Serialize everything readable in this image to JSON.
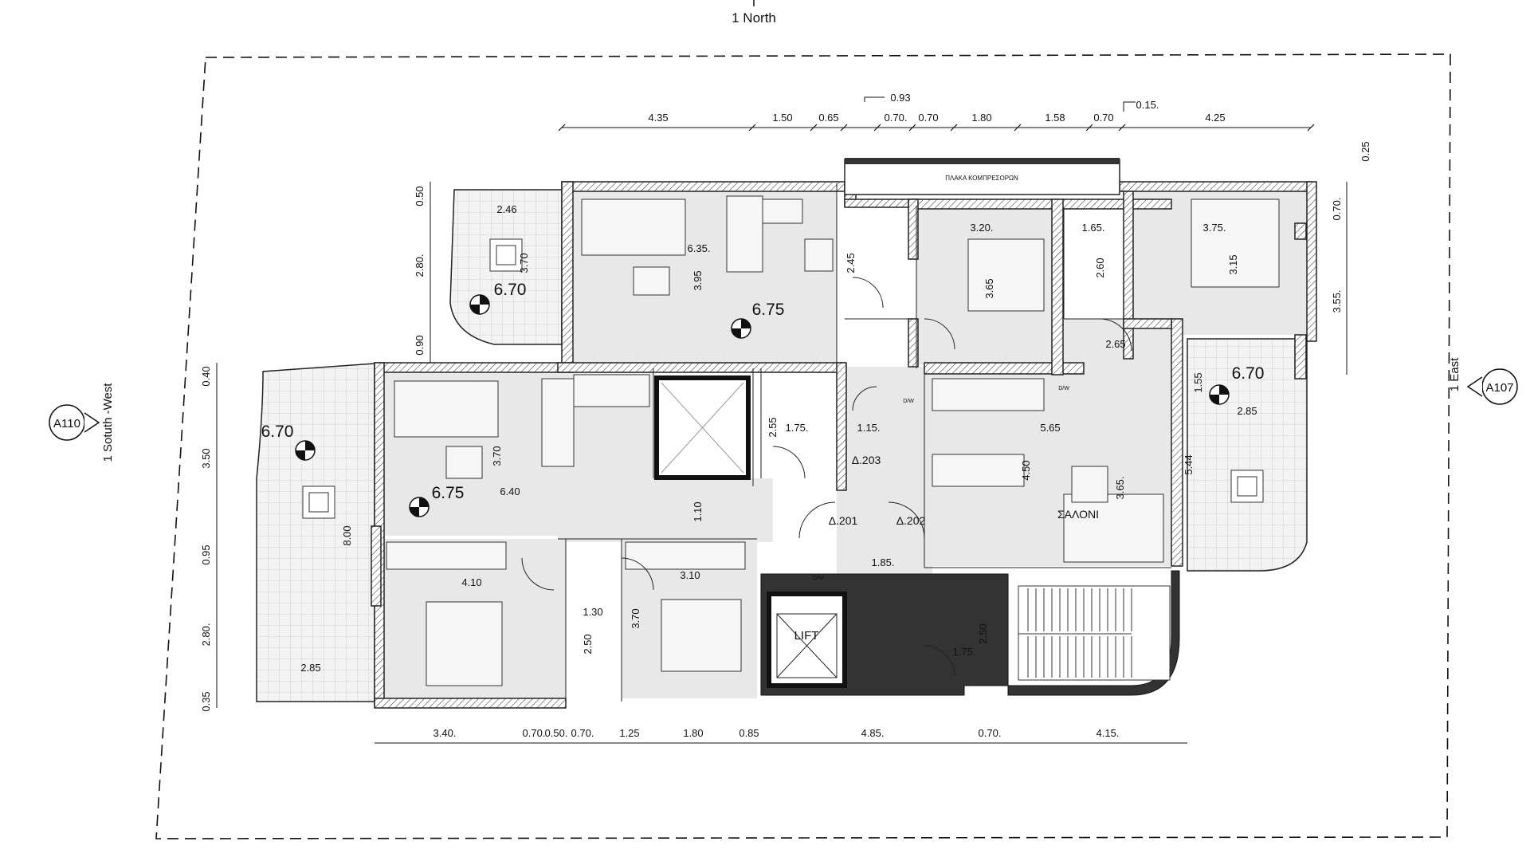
{
  "header": {
    "north_label": "1 North"
  },
  "elevation_markers": {
    "left": {
      "code": "A110",
      "label": "1 Sotuth -West"
    },
    "right": {
      "code": "A107",
      "label": "1 East"
    }
  },
  "levels": {
    "balcony_nw": "6.70",
    "apartment_north": "6.75",
    "balcony_east": "6.70",
    "balcony_west": "6.70",
    "apartment_west": "6.75"
  },
  "labels": {
    "compressor_slab": "ΠΛΑΚΑ ΚΟΜΠΡΕΣΟΡΩΝ",
    "living_room": "ΣΑΛΟΝΙ",
    "lift": "LIFT",
    "flat_201": "Δ.201",
    "flat_202": "Δ.202",
    "flat_203": "Δ.203",
    "dw": "D/W"
  },
  "dims_top": [
    "4.35",
    "1.50",
    "0.65",
    "0.70.",
    "0.70",
    "1.80",
    "1.58",
    "0.70",
    "4.25"
  ],
  "dims_top_extra": {
    "d093": "0.93",
    "d015": "0.15.",
    "d025": "0.25"
  },
  "dims_bottom": [
    "3.40.",
    "0.70.",
    "0.50.",
    "0.70.",
    "1.25",
    "1.80",
    "0.85",
    "4.85.",
    "0.70.",
    "4.15."
  ],
  "dims_left_outer": [
    "0.40",
    "3.50",
    "0.95",
    "2.80.",
    "0.35"
  ],
  "dims_left_upper": [
    "0.50",
    "2.80.",
    "0.90"
  ],
  "dims_right": [
    "0.70.",
    "3.55."
  ],
  "dims_interior": {
    "nw_bal_w": "2.46",
    "nw_bal_h": "3.70",
    "kitchen_n_w": "6.35.",
    "kitchen_n_h": "3.95",
    "wc_n_h": "2.45",
    "bed_n_w": "3.20.",
    "bed_n_h": "3.65",
    "wc_ne_w": "1.65.",
    "wc_ne_h": "2.60",
    "bed_ne_w": "3.75.",
    "bed_ne_h": "3.15",
    "hall_ne_w": "2.65",
    "bal_e_h": "1.55",
    "bal_e_w": "2.85",
    "bal_e_len": "5.44",
    "living_w_h": "3.70",
    "living_w_w": "6.40",
    "wc_c_h": "2.55",
    "wc_c_w": "1.75.",
    "core_w": "1.15.",
    "corr_h": "1.10",
    "lobby_w": "1.85.",
    "living_e_w": "5.65",
    "living_e_h": "4.50",
    "living_e_h2": "3.65.",
    "bal_w_len": "8.00",
    "bal_w_w": "2.85",
    "bed_sw_w": "4.10",
    "wc_sw_w": "1.30",
    "wc_sw_h": "2.50",
    "bed_s_w": "3.10",
    "bed_s_h": "3.70",
    "wc_lobby_w": "1.75.",
    "wc_lobby_h": "2.50"
  }
}
